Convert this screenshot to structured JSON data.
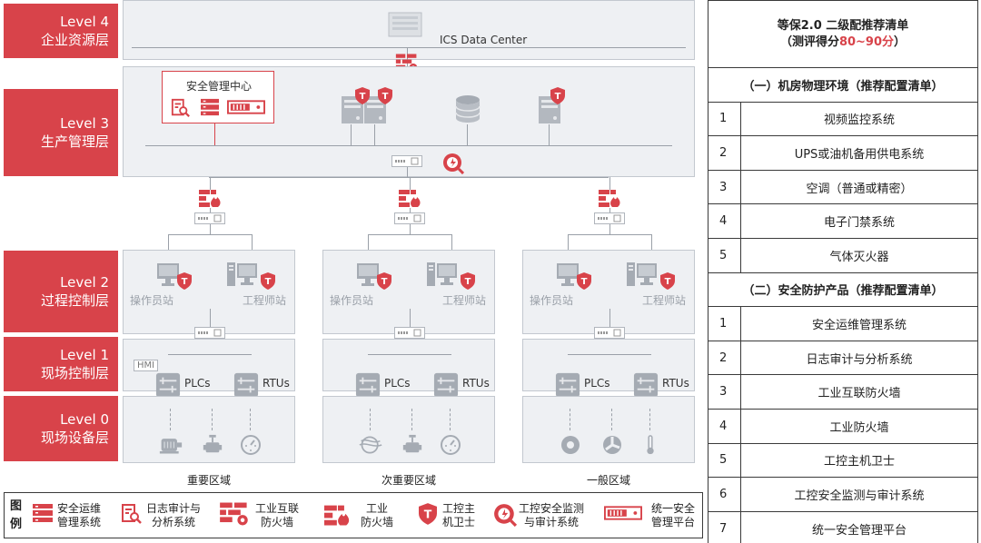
{
  "levels": [
    {
      "name": "Level 4",
      "sub": "企业资源层"
    },
    {
      "name": "Level 3",
      "sub": "生产管理层"
    },
    {
      "name": "Level 2",
      "sub": "过程控制层"
    },
    {
      "name": "Level 1",
      "sub": "现场控制层"
    },
    {
      "name": "Level 0",
      "sub": "现场设备层"
    }
  ],
  "datacenter_label": "ICS Data Center",
  "sec_center_label": "安全管理中心",
  "operator_label": "操作员站",
  "engineer_label": "工程师站",
  "plc_label": "PLCs",
  "rtu_label": "RTUs",
  "hmi_label": "HMI",
  "zones": [
    "重要区域",
    "次重要区域",
    "一般区域"
  ],
  "legend": {
    "title": "图例",
    "items": [
      {
        "line1": "安全运维",
        "line2": "管理系统"
      },
      {
        "line1": "日志审计与",
        "line2": "分析系统"
      },
      {
        "line1": "工业互联",
        "line2": "防火墙"
      },
      {
        "line1": "工业",
        "line2": "防火墙"
      },
      {
        "line1": "工控主",
        "line2": "机卫士"
      },
      {
        "line1": "工控安全监测",
        "line2": "与审计系统"
      },
      {
        "line1": "统一安全",
        "line2": "管理平台"
      }
    ]
  },
  "checklist": {
    "title_line1": "等保2.0 二级配推荐清单",
    "title_line2_prefix": "（测评得分",
    "title_score": "80~90分",
    "title_line2_suffix": "）",
    "section1": "（一）机房物理环境（推荐配置清单）",
    "section1_items": [
      {
        "no": "1",
        "name": "视频监控系统"
      },
      {
        "no": "2",
        "name": "UPS或油机备用供电系统"
      },
      {
        "no": "3",
        "name": "空调（普通或精密）"
      },
      {
        "no": "4",
        "name": "电子门禁系统"
      },
      {
        "no": "5",
        "name": "气体灭火器"
      }
    ],
    "section2": "（二）安全防护产品（推荐配置清单）",
    "section2_items": [
      {
        "no": "1",
        "name": "安全运维管理系统"
      },
      {
        "no": "2",
        "name": "日志审计与分析系统"
      },
      {
        "no": "3",
        "name": "工业互联防火墙"
      },
      {
        "no": "4",
        "name": "工业防火墙"
      },
      {
        "no": "5",
        "name": "工控主机卫士"
      },
      {
        "no": "6",
        "name": "工控安全监测与审计系统"
      },
      {
        "no": "7",
        "name": "统一安全管理平台"
      }
    ]
  },
  "colors": {
    "accent": "#d8434a",
    "panel": "#eef0f3",
    "line": "#9aa0a8"
  }
}
